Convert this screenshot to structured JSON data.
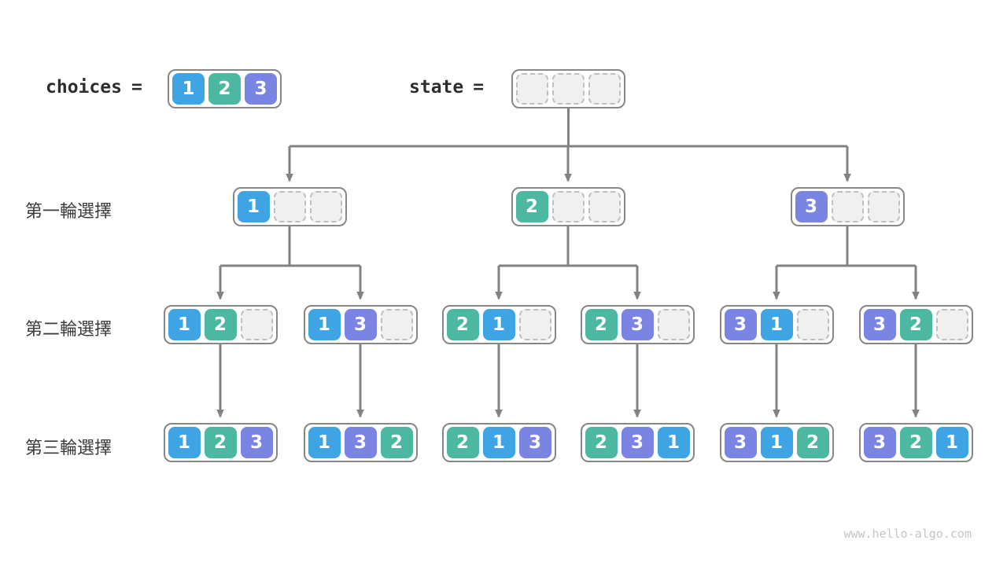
{
  "header": {
    "choices_label": "choices",
    "state_label": "state",
    "equals": "=",
    "choices_values": [
      1,
      2,
      3
    ],
    "state_values": [
      null,
      null,
      null
    ]
  },
  "tree": {
    "levels": [
      {
        "label": "第一輪選擇",
        "nodes": [
          [
            1,
            null,
            null
          ],
          [
            2,
            null,
            null
          ],
          [
            3,
            null,
            null
          ]
        ]
      },
      {
        "label": "第二輪選擇",
        "nodes": [
          [
            1,
            2,
            null
          ],
          [
            1,
            3,
            null
          ],
          [
            2,
            1,
            null
          ],
          [
            2,
            3,
            null
          ],
          [
            3,
            1,
            null
          ],
          [
            3,
            2,
            null
          ]
        ]
      },
      {
        "label": "第三輪選擇",
        "nodes": [
          [
            1,
            2,
            3
          ],
          [
            1,
            3,
            2
          ],
          [
            2,
            1,
            3
          ],
          [
            2,
            3,
            1
          ],
          [
            3,
            1,
            2
          ],
          [
            3,
            2,
            1
          ]
        ]
      }
    ]
  },
  "colors": {
    "value_1": "#3ea4e4",
    "value_2": "#4db8a2",
    "value_3": "#7a84e2",
    "empty_fill": "#f0f0f1",
    "empty_border": "#bfbfbf",
    "node_border": "#878787",
    "arrow": "#828282",
    "label_text": "#3a3a3a"
  },
  "watermark": {
    "text": "www.hello-algo.com"
  }
}
